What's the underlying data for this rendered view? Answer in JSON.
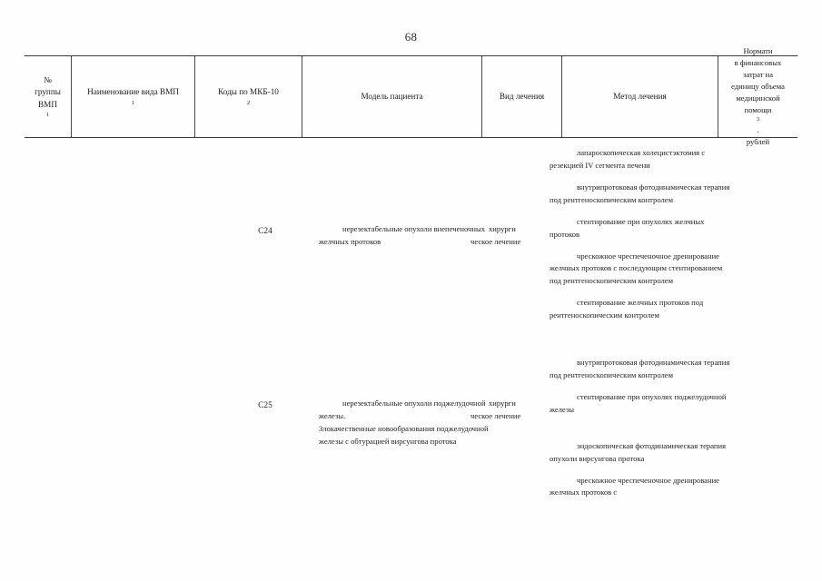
{
  "document": {
    "page_number": "68",
    "language": "ru"
  },
  "table": {
    "headers": [
      {
        "key": "group_no",
        "lines": [
          "№",
          "группы",
          "ВМП"
        ],
        "superscript": "1"
      },
      {
        "key": "vmp_name",
        "lines": [
          "Наименование вида ВМП"
        ],
        "superscript": "1"
      },
      {
        "key": "icd10_codes",
        "lines": [
          "Коды по МКБ-10"
        ],
        "superscript": "2"
      },
      {
        "key": "patient_model",
        "lines": [
          "Модель пациента"
        ],
        "superscript": ""
      },
      {
        "key": "treatment_kind",
        "lines": [
          "Вид лечения"
        ],
        "superscript": ""
      },
      {
        "key": "treatment_method",
        "lines": [
          "Метод лечения"
        ],
        "superscript": ""
      },
      {
        "key": "finance_norm",
        "lines": [
          "Нормати",
          "в финансовых",
          "затрат на",
          "единицу объема",
          "медицинской",
          "помощи",
          "рублей"
        ],
        "superscript": "3"
      }
    ],
    "rows": [
      {
        "group_no": "",
        "vmp_name": "",
        "icd10_codes": "C24",
        "patient_model": [
          "нерезектабельные опухоли внепеченочных желчных протоков"
        ],
        "treatment_kind_line1": "хирурги",
        "treatment_kind_line2": "ческое лечение",
        "treatment_methods": [
          "лапароскопическая холецистэктомия с резекцией IV сегмента печени",
          "внутрипротоковая фотодинамическая терапия под рентгеноскопическим контролем",
          "стентирование при опухолях желчных протоков",
          "чрескожное чреспеченочное дренирование желчных протоков с последующим стентированием под рентгеноскопическим контролем",
          "стентирование желчных протоков под рентгеноскопическим контролем"
        ],
        "finance_norm": ""
      },
      {
        "group_no": "",
        "vmp_name": "",
        "icd10_codes": "C25",
        "patient_model": [
          "нерезектабельные опухоли поджелудочной железы.",
          "Злокачественные новообразования поджелудочной железы с обтурацией вирсунгова протока"
        ],
        "treatment_kind_line1": "хирурги",
        "treatment_kind_line2": "ческое лечение",
        "treatment_methods": [
          "внутрипротоковая фотодинамическая терапия под рентгеноскопическим контролем",
          "стентирование при опухолях поджелудочной железы",
          "эндоскопическая фотодинамическая терапия опухоли вирсунгова протока",
          "чрескожное чреспеченочное дренирование желчных протоков с"
        ],
        "finance_norm": ""
      }
    ]
  }
}
